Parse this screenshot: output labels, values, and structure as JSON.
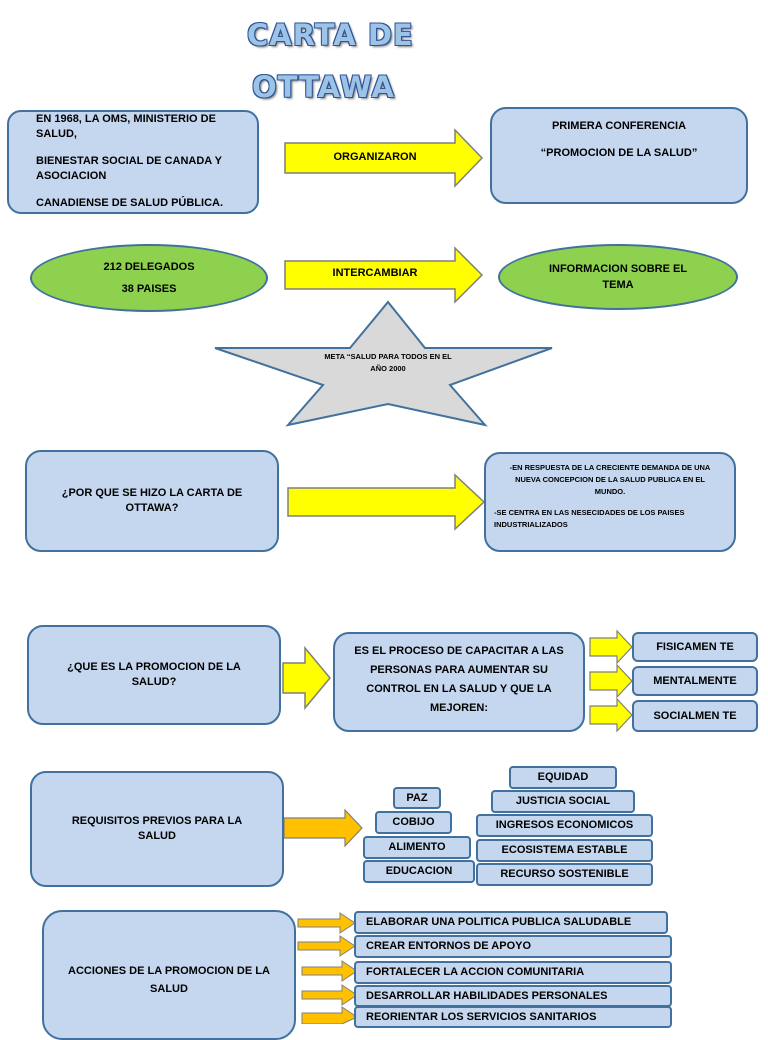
{
  "title": {
    "line1": "CARTA DE",
    "line2": "OTTAWA"
  },
  "row1": {
    "left_lines": [
      "EN 1968, LA OMS, MINISTERIO DE SALUD,",
      "BIENESTAR SOCIAL DE CANADA Y ASOCIACION",
      "CANADIENSE DE SALUD PÚBLICA."
    ],
    "arrow_label": "ORGANIZARON",
    "right_lines": [
      "PRIMERA CONFERENCIA",
      "“PROMOCION DE LA SALUD”"
    ]
  },
  "row2": {
    "left_lines": [
      "212 DELEGADOS",
      "38 PAISES"
    ],
    "arrow_label": "INTERCAMBIAR",
    "right_text": "INFORMACION SOBRE EL TEMA"
  },
  "star": {
    "text": "META “SALUD PARA TODOS EN EL AÑO 2000"
  },
  "row3": {
    "left_text": "¿POR QUE SE HIZO LA CARTA DE OTTAWA?",
    "right_lines": [
      "-EN RESPUESTA DE LA CRECIENTE DEMANDA DE UNA NUEVA CONCEPCION DE LA SALUD PUBLICA EN EL MUNDO.",
      "-SE CENTRA EN LAS NESECIDADES DE LOS PAISES INDUSTRIALIZADOS"
    ]
  },
  "row4": {
    "left_text": "¿QUE ES LA PROMOCION DE LA SALUD?",
    "middle_text": "ES EL PROCESO DE CAPACITAR A LAS PERSONAS PARA AUMENTAR SU CONTROL EN LA SALUD Y QUE LA MEJOREN:",
    "options": [
      "FISICAMEN TE",
      "MENTALMENTE",
      "SOCIALMEN TE"
    ]
  },
  "row5": {
    "left_text": "REQUISITOS PREVIOS PARA LA SALUD",
    "left_stack": [
      "PAZ",
      "COBIJO",
      "ALIMENTO",
      "EDUCACION"
    ],
    "right_stack": [
      "EQUIDAD",
      "JUSTICIA SOCIAL",
      "INGRESOS ECONOMICOS",
      "ECOSISTEMA ESTABLE",
      "RECURSO SOSTENIBLE"
    ]
  },
  "row6": {
    "left_text": "ACCIONES DE LA PROMOCION DE LA SALUD",
    "actions": [
      "ELABORAR UNA POLITICA PUBLICA SALUDABLE",
      "CREAR ENTORNOS DE APOYO",
      "FORTALECER LA ACCION COMUNITARIA",
      "DESARROLLAR HABILIDADES PERSONALES",
      "REORIENTAR LOS SERVICIOS SANITARIOS"
    ]
  },
  "colors": {
    "box_fill": "#c5d7ef",
    "box_border": "#41719c",
    "ellipse_fill": "#8ed14f",
    "arrow_yellow": "#ffff00",
    "arrow_orange": "#ffc000",
    "star_fill": "#d9d9d9"
  }
}
